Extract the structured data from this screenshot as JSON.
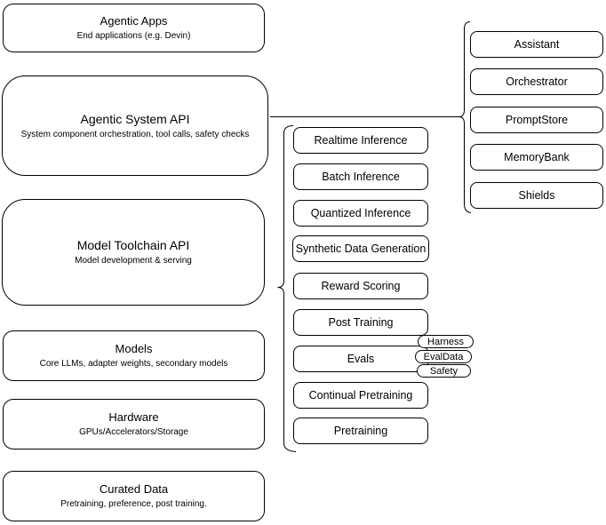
{
  "left_stack": [
    {
      "title": "Agentic Apps",
      "subtitle": "End applications (e.g. Devin)"
    },
    {
      "title": "Agentic System API",
      "subtitle": "System component orchestration, tool calls, safety checks"
    },
    {
      "title": "Model Toolchain API",
      "subtitle": "Model development & serving"
    },
    {
      "title": "Models",
      "subtitle": "Core LLMs, adapter weights, secondary models"
    },
    {
      "title": "Hardware",
      "subtitle": "GPUs/Accelerators/Storage"
    },
    {
      "title": "Curated Data",
      "subtitle": "Pretraining, preference, post training."
    }
  ],
  "toolchain_items": [
    {
      "label": "Realtime Inference"
    },
    {
      "label": "Batch Inference"
    },
    {
      "label": "Quantized Inference"
    },
    {
      "label": "Synthetic Data Generation"
    },
    {
      "label": "Reward Scoring"
    },
    {
      "label": "Post Training"
    },
    {
      "label": "Evals"
    },
    {
      "label": "Continual Pretraining"
    },
    {
      "label": "Pretraining"
    }
  ],
  "eval_tags": [
    {
      "label": "Harness"
    },
    {
      "label": "EvalData"
    },
    {
      "label": "Safety"
    }
  ],
  "system_components": [
    {
      "label": "Assistant"
    },
    {
      "label": "Orchestrator"
    },
    {
      "label": "PromptStore"
    },
    {
      "label": "MemoryBank"
    },
    {
      "label": "Shields"
    }
  ],
  "colors": {
    "border": "#000000",
    "background": "#ffffff",
    "text": "#000000"
  }
}
